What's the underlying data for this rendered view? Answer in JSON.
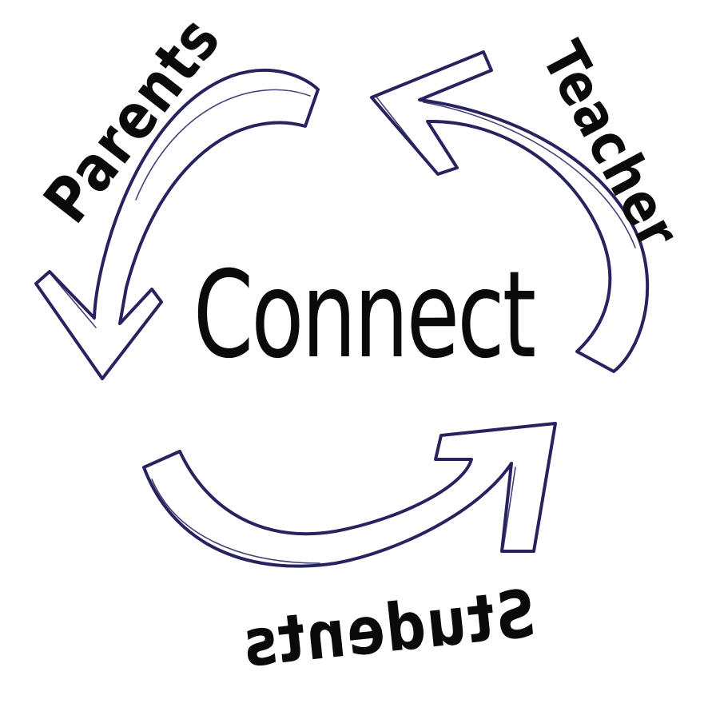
{
  "diagram": {
    "title": "Connect",
    "nodes": [
      {
        "id": "parents",
        "label": "Parents"
      },
      {
        "id": "teacher",
        "label": "Teacher"
      },
      {
        "id": "students",
        "label": "Students"
      }
    ],
    "edges": [
      {
        "from": "parents",
        "to": "connect",
        "description": "arrow curving down-left from top toward left-center"
      },
      {
        "from": "students",
        "to": "teacher",
        "description": "arrow curving along bottom toward right"
      },
      {
        "from": "teacher",
        "to": "parents",
        "description": "arrow curving up from right toward top-center"
      }
    ],
    "colors": {
      "arrow_stroke": "#27235e",
      "text": "#0a0a0a",
      "background": "#ffffff"
    }
  }
}
